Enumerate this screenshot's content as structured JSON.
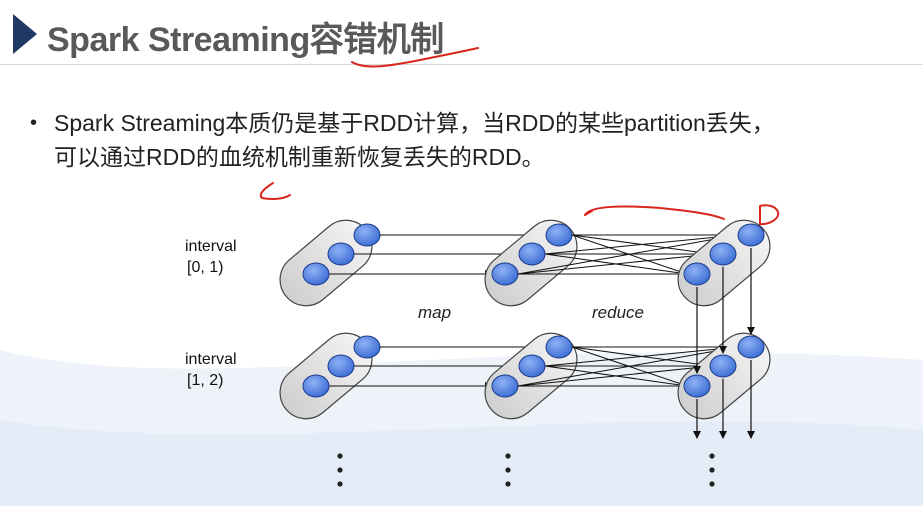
{
  "slide": {
    "title": "Spark Streaming容错机制",
    "bullet_line1": "Spark Streaming本质仍是基于RDD计算，当RDD的某些partition丢失，",
    "bullet_line2": "可以通过RDD的血统机制重新恢复丢失的RDD。",
    "bullet_marker": "•"
  },
  "diagram": {
    "intervals": [
      {
        "line1": "interval",
        "line2": "[0, 1)"
      },
      {
        "line1": "interval",
        "line2": "[1, 2)"
      }
    ],
    "ops": {
      "map": "map",
      "reduce": "reduce"
    }
  },
  "colors": {
    "title_arrow": "#1f3864",
    "title_text": "#595959",
    "node_fill": "#4a7fe0",
    "annotation_red": "#d9261c"
  }
}
